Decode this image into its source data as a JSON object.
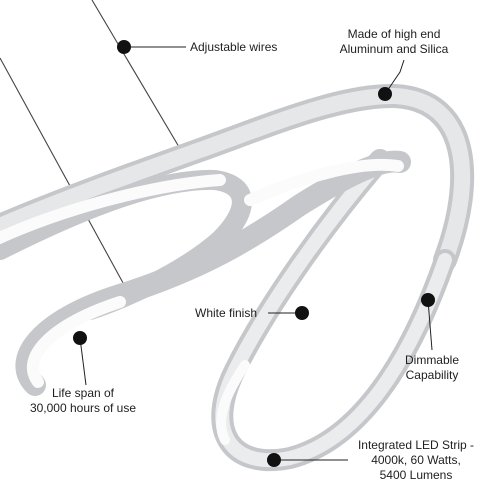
{
  "callouts": {
    "wires": "Adjustable wires",
    "material_line1": "Made of high end",
    "material_line2": "Aluminum and Silica",
    "finish": "White finish",
    "dimmable_line1": "Dimmable",
    "dimmable_line2": "Capability",
    "lifespan_line1": "Life span of",
    "lifespan_line2": "30,000 hours of use",
    "led_line1": "Integrated LED Strip -",
    "led_line2": "4000k, 60 Watts,",
    "led_line3": "5400 Lumens"
  },
  "colors": {
    "background": "#ffffff",
    "fixture_frame": "#c9cbce",
    "led_glow": "#fbfbfb",
    "marker": "#111111",
    "text": "#1e1e1e"
  }
}
